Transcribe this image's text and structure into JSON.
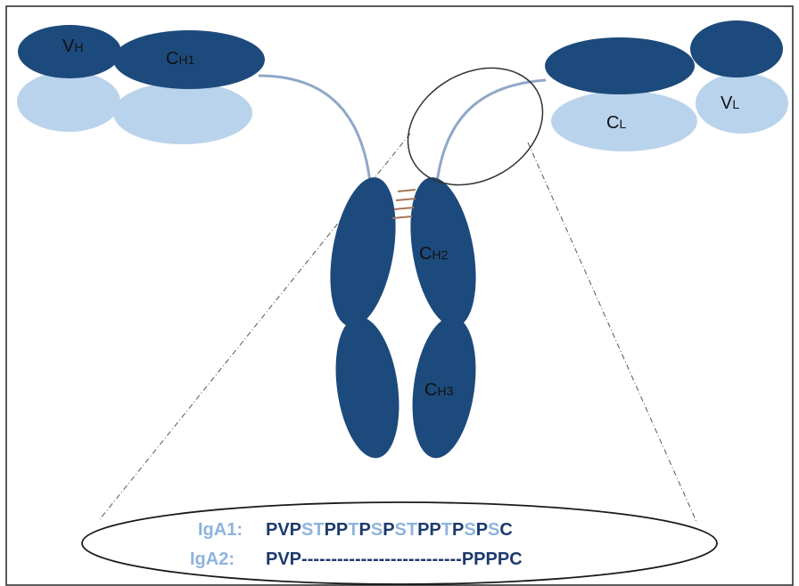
{
  "colors": {
    "heavy_chain": "#1d4a7c",
    "light_chain": "#b9d3ec",
    "hinge_link": "#8fa8c8",
    "disulfide": "#a8745a",
    "outline": "#1a1a1a",
    "dark_residue": "#1d3a6e",
    "light_residue": "#8db4dd"
  },
  "labels": {
    "vh": {
      "main": "V",
      "sub": "H"
    },
    "ch1": {
      "main": "C",
      "sub": "H1"
    },
    "ch2": {
      "main": "C",
      "sub": "H2"
    },
    "ch3": {
      "main": "C",
      "sub": "H3"
    },
    "vl": {
      "main": "V",
      "sub": "L"
    },
    "cl": {
      "main": "C",
      "sub": "L"
    }
  },
  "sequences": {
    "iga1": {
      "name": "IgA1:",
      "residues": [
        {
          "t": "PVP",
          "tone": "dark"
        },
        {
          "t": "ST",
          "tone": "light"
        },
        {
          "t": "PP",
          "tone": "dark"
        },
        {
          "t": "T",
          "tone": "light"
        },
        {
          "t": "P",
          "tone": "dark"
        },
        {
          "t": "S",
          "tone": "light"
        },
        {
          "t": "P",
          "tone": "dark"
        },
        {
          "t": "ST",
          "tone": "light"
        },
        {
          "t": "PP",
          "tone": "dark"
        },
        {
          "t": "T",
          "tone": "light"
        },
        {
          "t": "P",
          "tone": "dark"
        },
        {
          "t": "S",
          "tone": "light"
        },
        {
          "t": "P",
          "tone": "dark"
        },
        {
          "t": "S",
          "tone": "light"
        },
        {
          "t": "C",
          "tone": "dark"
        }
      ]
    },
    "iga2": {
      "name": "IgA2:",
      "residues": [
        {
          "t": "PVP---------------------------PPPPC",
          "tone": "dark"
        }
      ]
    }
  }
}
